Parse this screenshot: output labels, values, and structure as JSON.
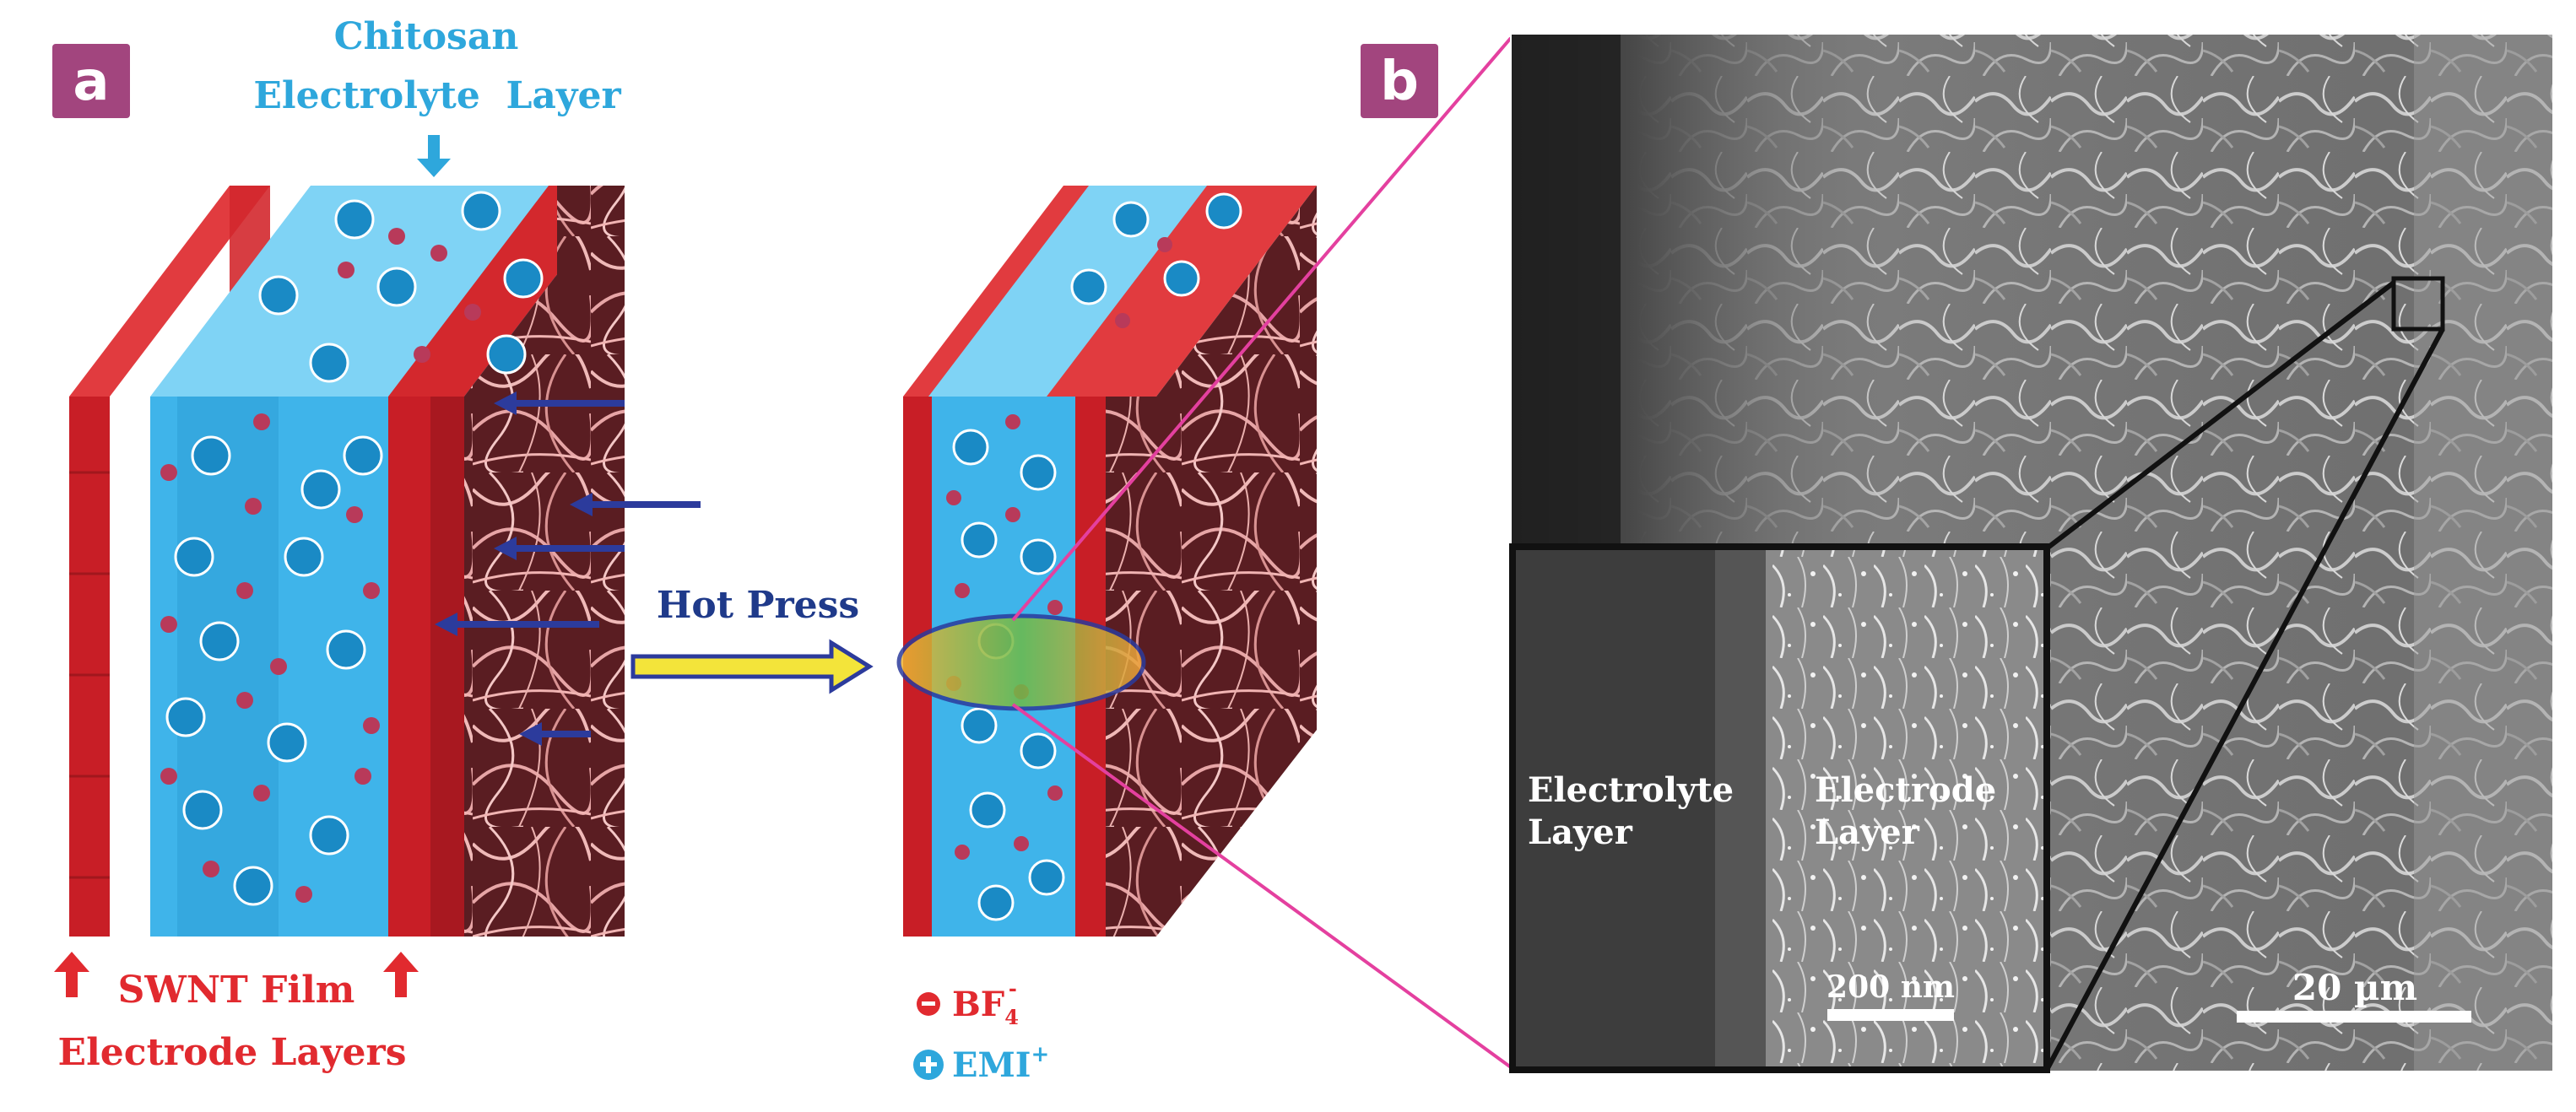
{
  "panel_a": {
    "label": "a",
    "chitosan_line1": "Chitosan",
    "chitosan_line2": "Electrolyte  Layer",
    "swnt_line1": "SWNT Film",
    "swnt_line2": "Electrode Layers",
    "hot_press": "Hot Press",
    "legend": {
      "anion": "BF",
      "anion_sub": "4",
      "anion_sup": "-",
      "cation": "EMI",
      "cation_sup": "+"
    }
  },
  "panel_b": {
    "label": "b",
    "scale_main": "20 µm",
    "inset": {
      "left_line1": "Electrolyte",
      "left_line2": "Layer",
      "right_line1": "Electrode",
      "right_line2": "Layer",
      "scale": "200 nm"
    }
  },
  "colors": {
    "label_bg": "#a2457e",
    "chitosan_text": "#2ea7dc",
    "swnt_text": "#e12a2f",
    "hot_press_text": "#1f3a8a",
    "electrolyte_blue": "#3fb4ea",
    "electrode_red": "#c81e26",
    "magenta_line": "#e4409f"
  }
}
